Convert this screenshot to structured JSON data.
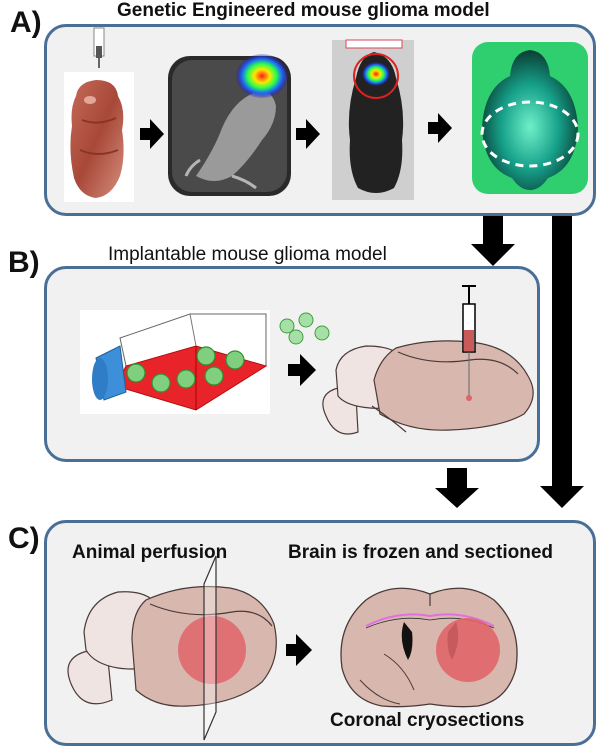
{
  "panels": {
    "a": {
      "label": "A)",
      "title": "Genetic Engineered mouse glioma model"
    },
    "b": {
      "label": "B)",
      "title": "Implantable mouse glioma model"
    },
    "c": {
      "label": "C)",
      "left_title": "Animal perfusion",
      "right_title": "Brain is frozen and sectioned",
      "caption": "Coronal cryosections"
    }
  },
  "colors": {
    "panel_border": "#4a6f97",
    "panel_fill": "#f1f1f1",
    "arrow": "#000000",
    "brain_fill": "#d8b7ae",
    "tumor": "#e06468",
    "flask_fill": "#e8242a",
    "cell_green": "#7fcf7f",
    "fluorescence_green": "#2fcf6f"
  },
  "icons": [
    "syringe-icon",
    "mouse-pup-image",
    "bioluminescence-image",
    "mouse-dorsal-image",
    "fluorescent-brain-image",
    "culture-flask-icon",
    "tumor-cells-icon",
    "brain-sagittal-icon",
    "brain-coronal-icon",
    "arrow-icon"
  ]
}
